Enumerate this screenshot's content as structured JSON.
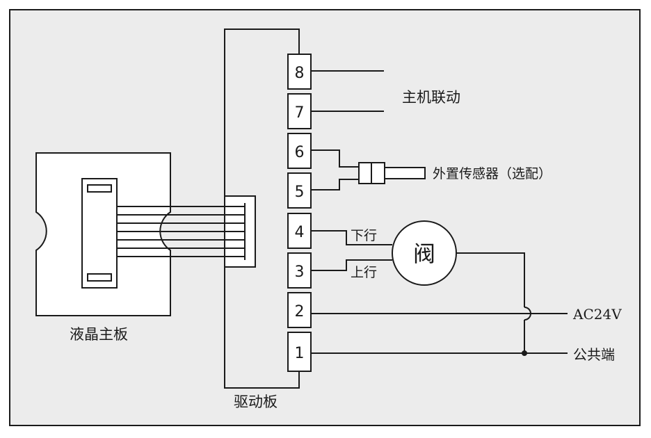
{
  "colors": {
    "background": "#ececec",
    "frame": "#ffffff",
    "line": "#1a1a1a"
  },
  "labels": {
    "lcd_board": "液晶主板",
    "driver_board": "驱动板",
    "host_link": "主机联动",
    "external_sensor": "外置传感器（选配）",
    "valve": "阀",
    "down": "下行",
    "up": "上行",
    "ac24v": "AC24V",
    "common": "公共端"
  },
  "terminals": [
    "8",
    "7",
    "6",
    "5",
    "4",
    "3",
    "2",
    "1"
  ]
}
